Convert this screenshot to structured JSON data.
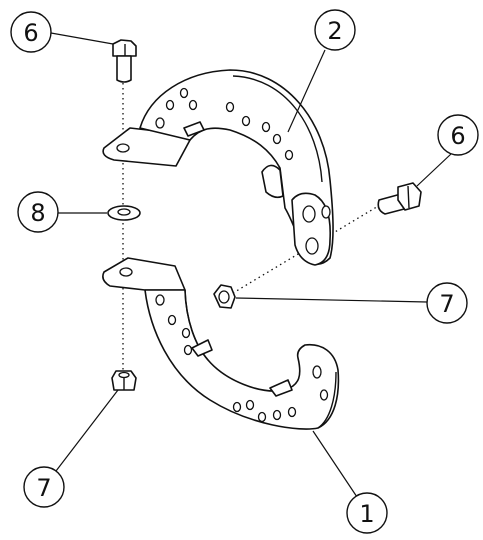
{
  "callouts": {
    "c6_top": "6",
    "c2": "2",
    "c6_right": "6",
    "c8": "8",
    "c7_right": "7",
    "c7_left": "7",
    "c1": "1"
  },
  "parts": {
    "bracket_upper": "bracket-upper",
    "bracket_lower": "bracket-lower",
    "bolt": "hex-bolt",
    "washer": "washer",
    "nut": "hex-nut"
  }
}
